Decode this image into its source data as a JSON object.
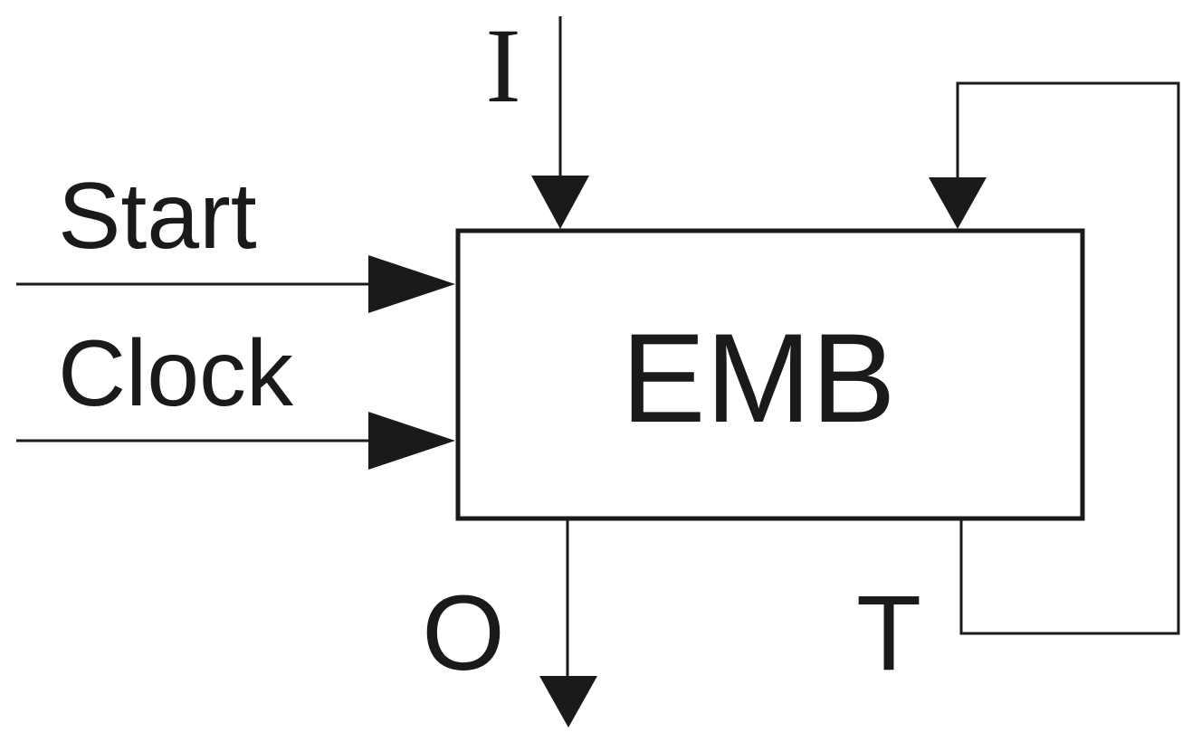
{
  "block": {
    "label": "EMB"
  },
  "inputs": {
    "start": {
      "label": "Start"
    },
    "clock": {
      "label": "Clock"
    },
    "i": {
      "label": "I"
    }
  },
  "outputs": {
    "o": {
      "label": "O"
    },
    "t": {
      "label": "T"
    }
  },
  "colors": {
    "ink": "#1a1a1a",
    "background": "#ffffff"
  }
}
